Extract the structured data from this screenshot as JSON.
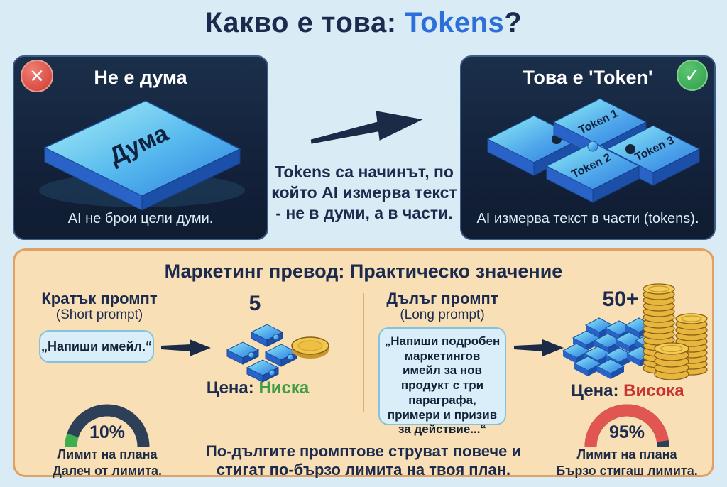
{
  "title": {
    "prefix": "Какво е това: ",
    "highlight": "Tokens",
    "suffix": "?"
  },
  "left_panel": {
    "badge": "✕",
    "heading": "Не е дума",
    "slab_label": "Дума",
    "caption": "AI не брои цели думи."
  },
  "right_panel": {
    "badge": "✓",
    "heading": "Това е 'Token'",
    "pieces": [
      "Token 1",
      "Token 2",
      "Token 3"
    ],
    "caption": "AI измерва текст в части (tokens)."
  },
  "middle": {
    "text": "Tokens са начинът, по който AI измерва текст - не в думи, а в части."
  },
  "bottom": {
    "title": "Маркетинг превод: Практическо значение",
    "short": {
      "heading": "Кратък промпт",
      "subheading": "(Short prompt)",
      "bubble": "„Напиши имейл.“",
      "token_count": "5",
      "price_label": "Цена:",
      "price_value": "Ниска",
      "gauge_percent": 10,
      "gauge_label": "10%",
      "limit_title": "Лимит на плана",
      "limit_note": "Далеч от лимита."
    },
    "long": {
      "heading": "Дълъг промпт",
      "subheading": "(Long prompt)",
      "bubble": "„Напиши подробен маркетингов имейл за нов продукт с три параграфа, примери и призив за действие...“",
      "token_count": "50+",
      "price_label": "Цена:",
      "price_value": "Висока",
      "gauge_percent": 95,
      "gauge_label": "95%",
      "limit_title": "Лимит на плана",
      "limit_note": "Бързо стигаш лимита."
    },
    "footer": "По-дългите промптове струват повече и стигат по-бързо лимита на твоя план."
  },
  "colors": {
    "accent_blue": "#2d6fd9",
    "panel_navy": "#16283f",
    "peach_bg": "#f8dfb6",
    "price_low_green": "#3f9e43",
    "price_high_red": "#c9342e",
    "gauge_green": "#3fae4e",
    "gauge_red": "#e25651",
    "gauge_track": "#2e4057"
  }
}
